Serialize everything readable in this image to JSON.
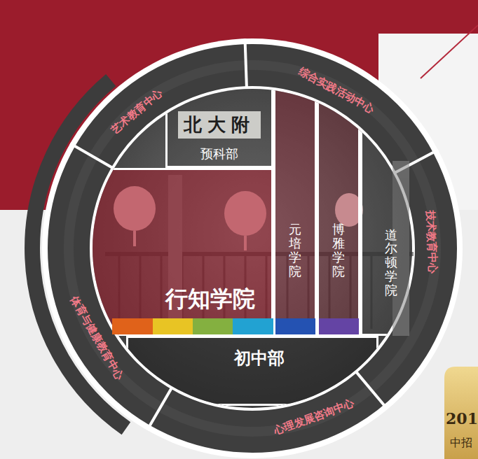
{
  "diagram": {
    "nodes": [
      {
        "text": [
          "艺术教育中心"
        ]
      },
      {
        "text": [
          "综合实践活动中心"
        ]
      },
      {
        "text": [
          "技术教育中心"
        ]
      },
      {
        "text": [
          "心理发展咨询中心"
        ]
      },
      {
        "text": [
          "体育与健康教育中心"
        ]
      },
      {
        "text": [
          "预科部"
        ]
      },
      {
        "text": [
          "行知学院"
        ]
      },
      {
        "text": [
          "元培学院"
        ]
      },
      {
        "text": [
          "博雅学院"
        ]
      },
      {
        "text": [
          "道尔顿学院"
        ]
      },
      {
        "text": [
          "初中部"
        ]
      }
    ],
    "labels": [
      "北大附",
      "201",
      "中招"
    ]
  }
}
